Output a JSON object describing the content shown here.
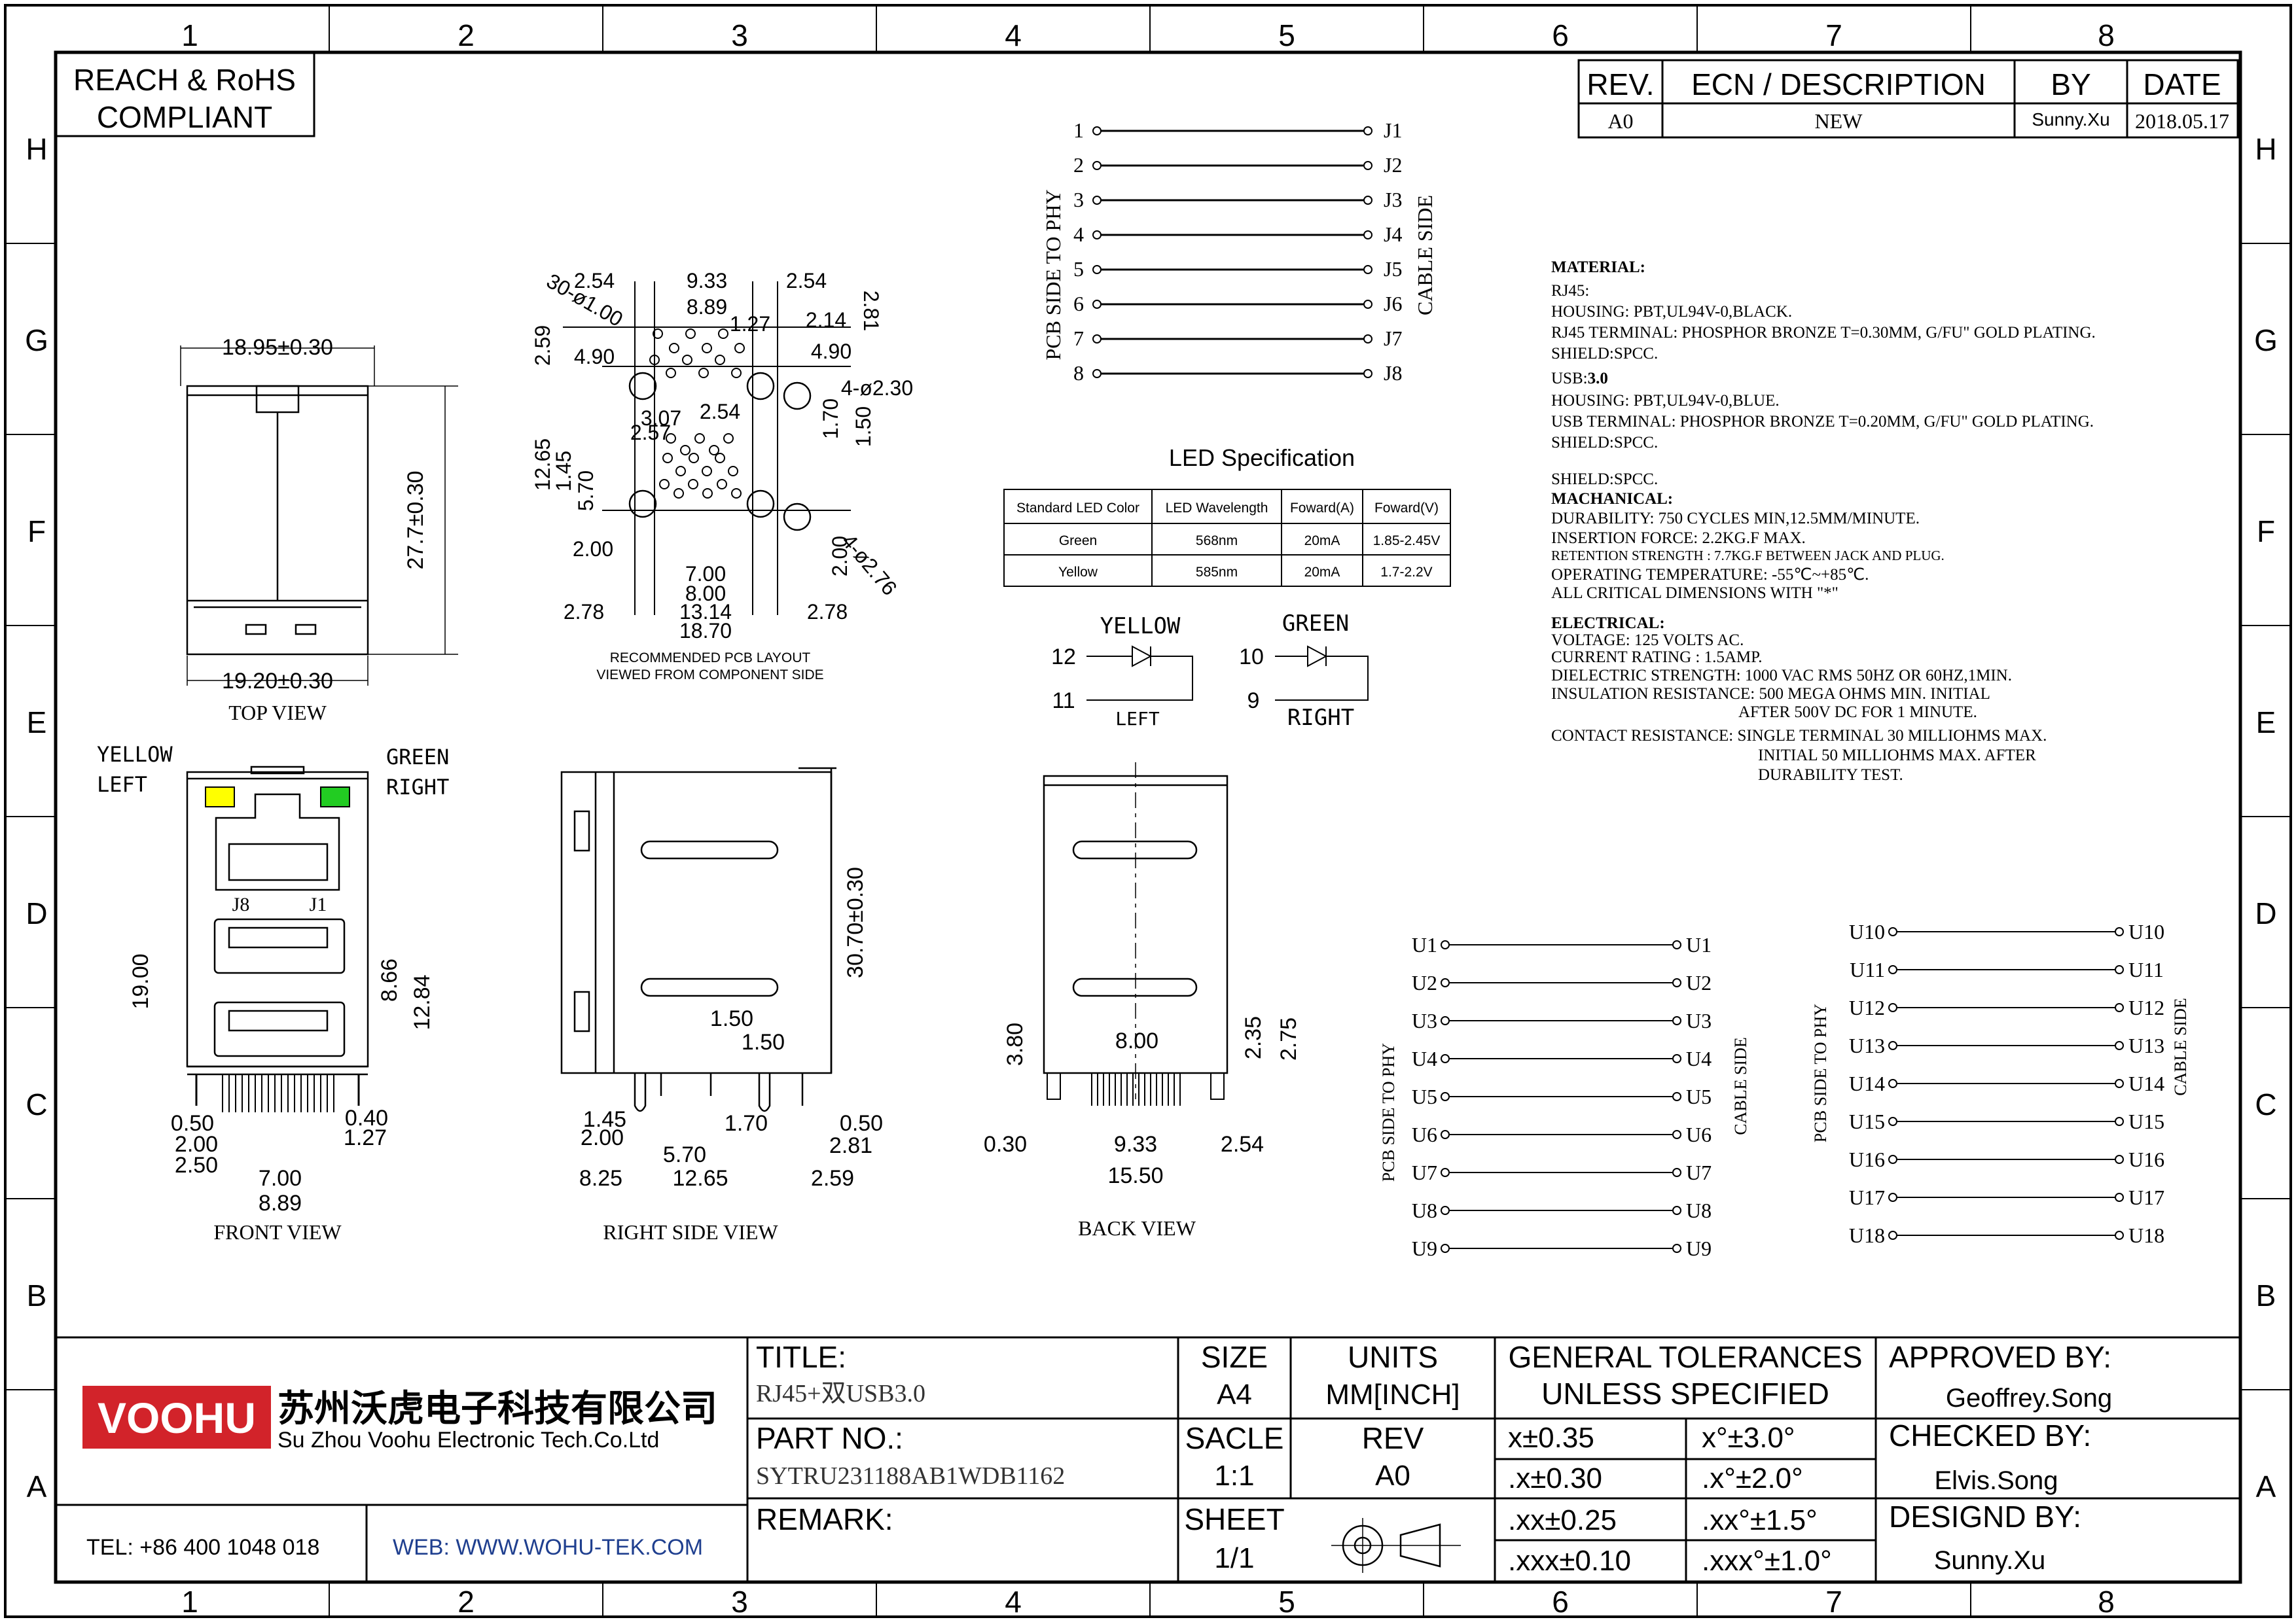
{
  "colors": {
    "ink": "#000000",
    "brand_red": "#d2232a",
    "web_blue": "#1f3f8f",
    "led_yellow": "#ffff00",
    "led_green": "#22cc22"
  },
  "grid": {
    "cols": [
      "1",
      "2",
      "3",
      "4",
      "5",
      "6",
      "7",
      "8"
    ],
    "rows": [
      "H",
      "G",
      "F",
      "E",
      "D",
      "C",
      "B",
      "A"
    ]
  },
  "compliance": {
    "line1": "REACH & RoHS",
    "line2": "COMPLIANT"
  },
  "revision": {
    "headers": {
      "rev": "REV.",
      "ecn": "ECN / DESCRIPTION",
      "by": "BY",
      "date": "DATE"
    },
    "row": {
      "rev": "A0",
      "ecn": "NEW",
      "by": "Sunny.Xu",
      "date": "2018.05.17"
    }
  },
  "rj45_pinout": {
    "pins": [
      "1",
      "2",
      "3",
      "4",
      "5",
      "6",
      "7",
      "8"
    ],
    "jacks": [
      "J1",
      "J2",
      "J3",
      "J4",
      "J5",
      "J6",
      "J7",
      "J8"
    ],
    "left_label": "PCB SIDE TO PHY",
    "right_label": "CABLE SIDE"
  },
  "led_spec": {
    "title": "LED Specification",
    "headers": [
      "Standard LED Color",
      "LED Wavelength",
      "Foward(A)",
      "Foward(V)"
    ],
    "rows": [
      [
        "Green",
        "568nm",
        "20mA",
        "1.85-2.45V"
      ],
      [
        "Yellow",
        "585nm",
        "20mA",
        "1.7-2.2V"
      ]
    ]
  },
  "led_schematic": {
    "yellow": {
      "name": "YELLOW",
      "pin_a": "12",
      "pin_b": "11",
      "side": "LEFT"
    },
    "green": {
      "name": "GREEN",
      "pin_a": "10",
      "pin_b": "9",
      "side": "RIGHT"
    }
  },
  "specs": {
    "material_title": "MATERIAL:",
    "rj45_title": "RJ45:",
    "rj45_lines": [
      "HOUSING: PBT,UL94V-0,BLACK.",
      "RJ45 TERMINAL: PHOSPHOR BRONZE T=0.30MM, G/FU\" GOLD PLATING.",
      "SHIELD:SPCC."
    ],
    "usb_title_a": "USB:",
    "usb_title_b": "3.0",
    "usb_lines": [
      "HOUSING: PBT,UL94V-0,BLUE.",
      "USB TERMINAL: PHOSPHOR BRONZE T=0.20MM, G/FU\" GOLD PLATING.",
      "SHIELD:SPCC."
    ],
    "shield": "SHIELD:SPCC.",
    "mech_title": "MACHANICAL:",
    "mech_lines": [
      "DURABILITY: 750 CYCLES MIN,12.5MM/MINUTE.",
      "INSERTION FORCE: 2.2KG.F MAX.",
      "RETENTION STRENGTH : 7.7KG.F BETWEEN JACK AND PLUG.",
      "OPERATING TEMPERATURE: -55℃~+85℃.",
      "ALL CRITICAL DIMENSIONS WITH \"*\""
    ],
    "elec_title": "ELECTRICAL:",
    "elec_lines": [
      "VOLTAGE: 125 VOLTS AC.",
      "CURRENT RATING : 1.5AMP.",
      "DIELECTRIC STRENGTH: 1000 VAC RMS 50HZ OR 60HZ,1MIN.",
      "INSULATION RESISTANCE: 500 MEGA OHMS MIN. INITIAL",
      "AFTER 500V DC FOR 1 MINUTE.",
      "CONTACT RESISTANCE: SINGLE TERMINAL 30 MILLIOHMS MAX.",
      "INITIAL 50 MILLIOHMS MAX. AFTER",
      "DURABILITY TEST."
    ]
  },
  "top_view": {
    "label": "TOP VIEW",
    "dim_width": "18.95±0.30",
    "dim_bottom": "19.20±0.30",
    "dim_depth": "27.7±0.30"
  },
  "pcb_layout": {
    "caption1": "RECOMMENDED PCB LAYOUT",
    "caption2": "VIEWED FROM COMPONENT SIDE",
    "dims": [
      "2.54",
      "9.33",
      "2.54",
      "8.89",
      "1.27",
      "2.14",
      "2.81",
      "30-ø1.00",
      "2.59",
      "4.90",
      "4.90",
      "4-ø2.30",
      "3.07",
      "2.54",
      "1.70",
      "1.50",
      "12.65",
      "1.45",
      "5.70",
      "2.57",
      "2.00",
      "7.00",
      "2.00",
      "8.00",
      "4-ø2.76",
      "2.78",
      "13.14",
      "2.78",
      "18.70"
    ]
  },
  "front_view": {
    "label": "FRONT VIEW",
    "led_left_name": "YELLOW",
    "led_left_side": "LEFT",
    "led_right_name": "GREEN",
    "led_right_side": "RIGHT",
    "j8": "J8",
    "j1": "J1",
    "dims": [
      "19.00",
      "8.66",
      "12.84",
      "0.50",
      "0.40",
      "2.00",
      "1.27",
      "2.50",
      "7.00",
      "8.89"
    ]
  },
  "right_view": {
    "label": "RIGHT SIDE VIEW",
    "dims": [
      "30.70±0.30",
      "1.50",
      "1.50",
      "1.45",
      "2.00",
      "1.70",
      "0.50",
      "5.70",
      "2.81",
      "8.25",
      "12.65",
      "2.59"
    ]
  },
  "back_view": {
    "label": "BACK VIEW",
    "dims": [
      "8.00",
      "3.80",
      "2.35",
      "2.75",
      "0.30",
      "9.33",
      "2.54",
      "15.50"
    ]
  },
  "usb_pinout_a": {
    "pins": [
      "U1",
      "U2",
      "U3",
      "U4",
      "U5",
      "U6",
      "U7",
      "U8",
      "U9"
    ],
    "left_label": "PCB SIDE TO PHY",
    "right_label": "CABLE SIDE"
  },
  "usb_pinout_b": {
    "pins": [
      "U10",
      "U11",
      "U12",
      "U13",
      "U14",
      "U15",
      "U16",
      "U17",
      "U18"
    ],
    "left_label": "PCB SIDE TO PHY",
    "right_label": "CABLE SIDE"
  },
  "title_block": {
    "logo": "VOOHU",
    "company_cn": "苏州沃虎电子科技有限公司",
    "company_en": "Su Zhou Voohu Electronic Tech.Co.Ltd",
    "tel": "TEL: +86 400 1048 018",
    "web": "WEB: WWW.WOHU-TEK.COM",
    "title_label": "TITLE:",
    "title_value": "RJ45+双USB3.0",
    "part_label": "PART NO.:",
    "part_value": "SYTRU231188AB1WDB1162",
    "remark_label": "REMARK:",
    "size_label": "SIZE",
    "size_value": "A4",
    "units_label": "UNITS",
    "units_value": "MM[INCH]",
    "scale_label": "SACLE",
    "scale_value": "1:1",
    "rev_label": "REV",
    "rev_value": "A0",
    "sheet_label": "SHEET",
    "sheet_value": "1/1",
    "tol_title1": "GENERAL TOLERANCES",
    "tol_title2": "UNLESS SPECIFIED",
    "tolerances": [
      [
        "x±0.35",
        "x°±3.0°"
      ],
      [
        ".x±0.30",
        ".x°±2.0°"
      ],
      [
        ".xx±0.25",
        ".xx°±1.5°"
      ],
      [
        ".xxx±0.10",
        ".xxx°±1.0°"
      ]
    ],
    "approved_label": "APPROVED BY:",
    "approved_value": "Geoffrey.Song",
    "checked_label": "CHECKED BY:",
    "checked_value": "Elvis.Song",
    "designed_label": "DESIGND BY:",
    "designed_value": "Sunny.Xu"
  }
}
